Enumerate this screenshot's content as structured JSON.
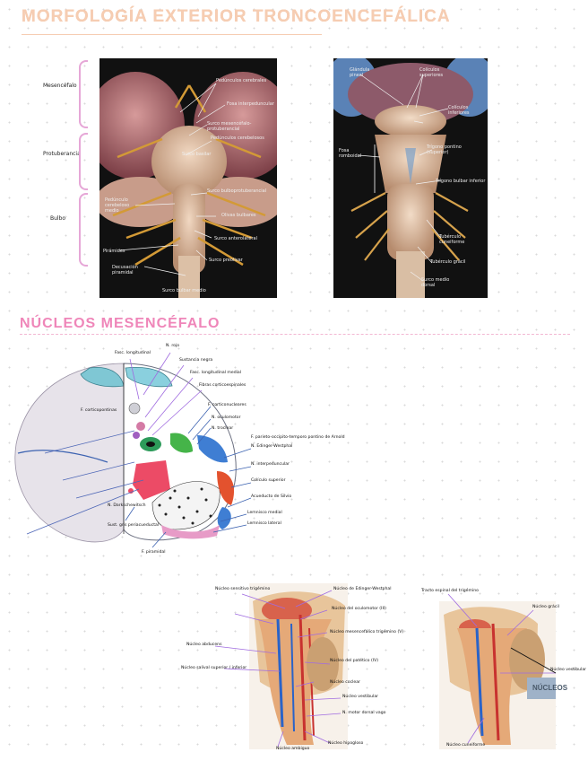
{
  "title": "MORFOLOGÍA EXTERIOR TRONCOENCEFÁLICA",
  "section2_title": "NÚCLEOS MESENCÉFALO",
  "side_labels": [
    "Mesencéfalo",
    "Protuberancia",
    "Bulbo"
  ],
  "figure1_labels": [
    "Pedúnculos cerebrales",
    "Fosa interpeduncular",
    "Surco mesencéfalo-protuberancial",
    "Pedúnculos cerebelosos",
    "Surco basilar",
    "Surco bulboprotuberancial",
    "Pedúnculo cerebeloso medio",
    "Olivas bulbares",
    "Pirámides",
    "Surco anterolateral",
    "Decusación piramidal",
    "Surco preolivar",
    "Surco bulbar medio"
  ],
  "figure2_labels": [
    "Glándula pineal",
    "Colículos superiores",
    "Colículos inferiores",
    "Fosa romboidal",
    "Trígono pontino (superior)",
    "Trígono bulbar inferior",
    "Tubérculo cuneiforme",
    "Tubérculo grácil",
    "Surco medio dorsal"
  ],
  "figure3_labels": [
    "Fasc. longitudinal",
    "N. rojo",
    "Sustancia negra",
    "Fasc. longitudinal medial",
    "Fibras corticoespinales",
    "F. corticopontinas",
    "F. corticonucleares",
    "N. oculomotor",
    "N. troclear",
    "N. Edinger-Westphal",
    "N. interpeduncular",
    "Colículo superior",
    "Acueducto de Silvio",
    "Lemnisco medial",
    "N. Darkschewitsch",
    "Lemnisco lateral",
    "Sust. gris periacueductal",
    "F. parieto-occipito-temporo pontino de Arnold",
    "F. piramidal"
  ],
  "figure4_labels": [
    "Núcleo sensitivo trigémino",
    "Núcleo de Edinger-Westphal",
    "Núcleo del oculomotor (III)",
    "Núcleo mesencefálico trigémino (V)",
    "Núcleo del patético (IV)",
    "Núcleo abducens",
    "Núcleo salival superior / inferior",
    "Núcleo coclear",
    "Núcleo vestibular",
    "N. motor dorsal vago",
    "Núcleo ambiguo",
    "Núcleo hipogloso"
  ],
  "figure5_labels": [
    "Tracto espinal del trigémino",
    "Núcleo grácil",
    "Núcleo vestibular",
    "Núcleo cuneiforme"
  ],
  "figure5_stamp": "NÚCLEOS"
}
